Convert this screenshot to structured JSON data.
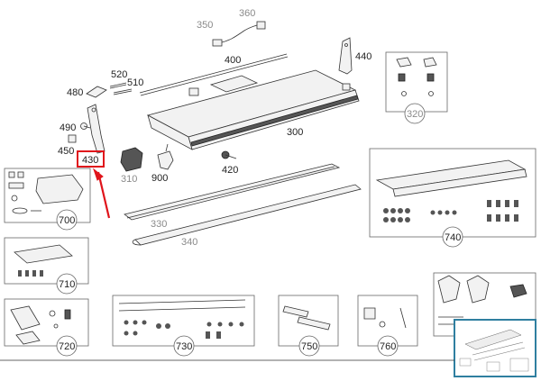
{
  "callouts": {
    "c350": "350",
    "c360": "360",
    "c400": "400",
    "c440": "440",
    "c520": "520",
    "c510": "510",
    "c480": "480",
    "c490": "490",
    "c450": "450",
    "c430": "430",
    "c310": "310",
    "c900": "900",
    "c420": "420",
    "c300": "300",
    "c330": "330",
    "c340": "340"
  },
  "kits": {
    "k320": "320",
    "k700": "700",
    "k710": "710",
    "k720": "720",
    "k730": "730",
    "k740": "740",
    "k750": "750",
    "k760": "760"
  },
  "highlight": {
    "label": "430",
    "color": "#e0141b"
  },
  "colors": {
    "accent": "#e0141b",
    "thumb_border": "#2f7fa0"
  }
}
